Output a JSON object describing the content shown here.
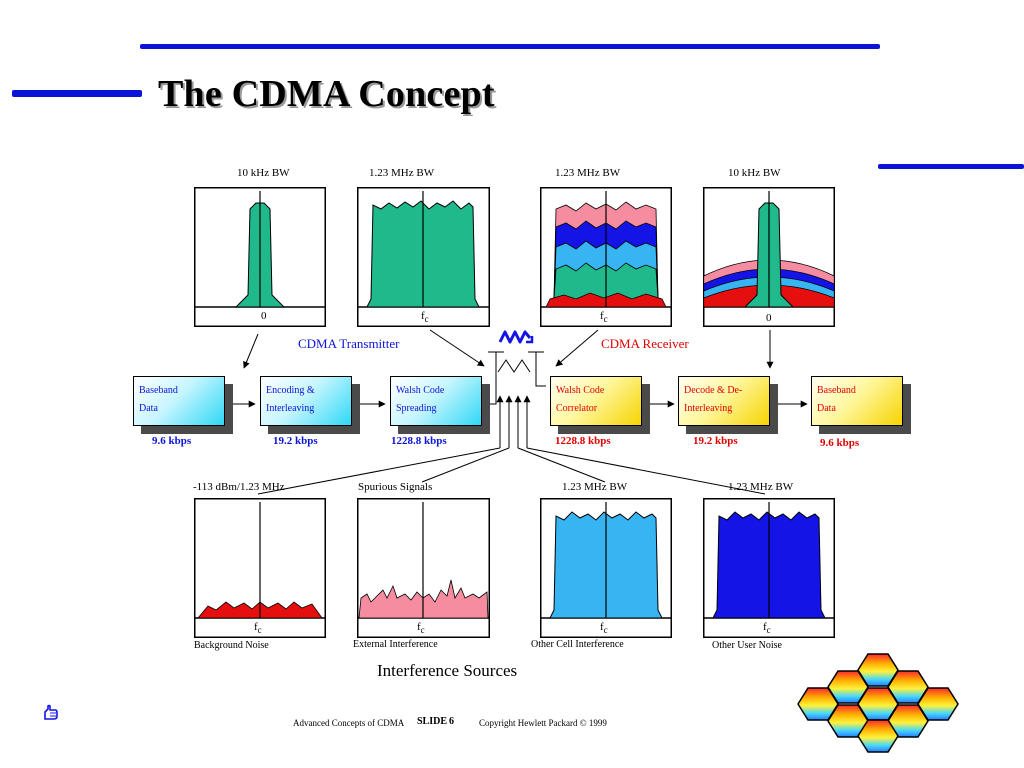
{
  "slide": {
    "title": "The CDMA Concept",
    "footer": {
      "left": "Advanced Concepts of CDMA",
      "slide_label": "SLIDE",
      "slide_number": "6",
      "copyright": "Copyright Hewlett Packard © 1999"
    }
  },
  "spectra_top": [
    {
      "label": "10 kHz BW",
      "axis": "0"
    },
    {
      "label": "1.23 MHz BW",
      "axis": "f",
      "axis_sub": "c"
    },
    {
      "label": "1.23 MHz BW",
      "axis": "f",
      "axis_sub": "c"
    },
    {
      "label": "10 kHz BW",
      "axis": "0"
    }
  ],
  "spectra_bottom": [
    {
      "label": "-113 dBm/1.23 MHz",
      "axis": "f",
      "axis_sub": "c",
      "caption": "Background Noise"
    },
    {
      "label": "Spurious Signals",
      "axis": "f",
      "axis_sub": "c",
      "caption": "External Interference"
    },
    {
      "label": "1.23 MHz BW",
      "axis": "f",
      "axis_sub": "c",
      "caption": "Other Cell Interference"
    },
    {
      "label": "1.23 MHz BW",
      "axis": "f",
      "axis_sub": "c",
      "caption": "Other User Noise"
    }
  ],
  "chain": {
    "transmitter_label": "CDMA Transmitter",
    "receiver_label": "CDMA Receiver",
    "blocks": [
      {
        "line1": "Baseband",
        "line2": "Data",
        "rate": "9.6 kbps"
      },
      {
        "line1": "Encoding &",
        "line2": "Interleaving",
        "rate": "19.2 kbps"
      },
      {
        "line1": "Walsh Code",
        "line2": "Spreading",
        "rate": "1228.8 kbps"
      },
      {
        "line1": "Walsh Code",
        "line2": "Correlator",
        "rate": "1228.8 kbps"
      },
      {
        "line1": "Decode & De-",
        "line2": "Interleaving",
        "rate": "19.2 kbps"
      },
      {
        "line1": "Baseband",
        "line2": "Data",
        "rate": "9.6 kbps"
      }
    ]
  },
  "interference_title": "Interference Sources",
  "colors": {
    "accent_blue": "#0a14d8",
    "receiver_red": "#e00000",
    "teal": "#1fb98c",
    "pink": "#f58ca0",
    "light_blue": "#37b4f2",
    "dark_blue": "#1414e6",
    "red": "#e60f0f"
  },
  "icons": [
    "radio-waves-icon",
    "pointing-hand-icon",
    "honeycomb-cells-icon"
  ]
}
